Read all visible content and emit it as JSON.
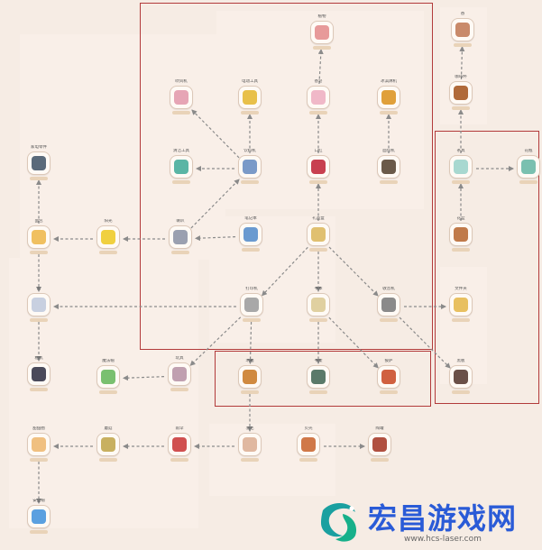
{
  "nodes": [
    {
      "id": "n01",
      "label": "植物",
      "color": "#e79a9a"
    },
    {
      "id": "n02",
      "label": "香",
      "color": "#c98a6a"
    },
    {
      "id": "n03",
      "label": "吹风机",
      "color": "#e6a5b5"
    },
    {
      "id": "n04",
      "label": "电动工具",
      "color": "#e8c04a"
    },
    {
      "id": "n05",
      "label": "香皂",
      "color": "#f0b8c8"
    },
    {
      "id": "n06",
      "label": "冰淇淋机",
      "color": "#e0a03a"
    },
    {
      "id": "n07",
      "label": "咖啡杯",
      "color": "#b06a3a"
    },
    {
      "id": "n08",
      "label": "家电零件",
      "color": "#5a6a7a"
    },
    {
      "id": "n09",
      "label": "清洁工具",
      "color": "#5ab5a5"
    },
    {
      "id": "n10",
      "label": "饮料机",
      "color": "#7a9ac8"
    },
    {
      "id": "n11",
      "label": "口红",
      "color": "#c84050"
    },
    {
      "id": "n12",
      "label": "面包机",
      "color": "#6a5a4a"
    },
    {
      "id": "n13",
      "label": "茶具",
      "color": "#a8d8d0"
    },
    {
      "id": "n14",
      "label": "花瓶",
      "color": "#7ac0b0"
    },
    {
      "id": "n15",
      "label": "面包",
      "color": "#f0c060"
    },
    {
      "id": "n16",
      "label": "阳光",
      "color": "#f0d040"
    },
    {
      "id": "n17",
      "label": "喇叭",
      "color": "#9aa0b0"
    },
    {
      "id": "n18",
      "label": "笔记本",
      "color": "#6a9ad0"
    },
    {
      "id": "n19",
      "label": "礼品盒",
      "color": "#e0c070"
    },
    {
      "id": "n20",
      "label": "花盆",
      "color": "#c07a4a"
    },
    {
      "id": "n21",
      "label": "云",
      "color": "#c8d0e0"
    },
    {
      "id": "n22",
      "label": "打印机",
      "color": "#a8a8a8"
    },
    {
      "id": "n23",
      "label": "书本",
      "color": "#e0d0a0"
    },
    {
      "id": "n24",
      "label": "收音机",
      "color": "#8a8a8a"
    },
    {
      "id": "n25",
      "label": "文件夹",
      "color": "#e8c060"
    },
    {
      "id": "n26",
      "label": "相机",
      "color": "#4a4a5a"
    },
    {
      "id": "n27",
      "label": "魔法帽",
      "color": "#7ac070"
    },
    {
      "id": "n28",
      "label": "玩具",
      "color": "#c0a0b0"
    },
    {
      "id": "n29",
      "label": "木箱",
      "color": "#d08a40"
    },
    {
      "id": "n30",
      "label": "书架",
      "color": "#5a7a6a"
    },
    {
      "id": "n31",
      "label": "披萨",
      "color": "#d06040"
    },
    {
      "id": "n32",
      "label": "黑板",
      "color": "#6a5048"
    },
    {
      "id": "n33",
      "label": "甜甜圈",
      "color": "#f0c080"
    },
    {
      "id": "n34",
      "label": "蘑菇",
      "color": "#c8b060"
    },
    {
      "id": "n35",
      "label": "雨伞",
      "color": "#d05050"
    },
    {
      "id": "n36",
      "label": "羽毛",
      "color": "#e0b8a0"
    },
    {
      "id": "n37",
      "label": "贝壳",
      "color": "#d07848"
    },
    {
      "id": "n38",
      "label": "陶罐",
      "color": "#b05040"
    },
    {
      "id": "n39",
      "label": "安全帽",
      "color": "#5aa0e0"
    }
  ],
  "watermark": {
    "name": "宏昌游戏网",
    "url": "www.hcs-laser.com",
    "color": "#2a5bd7"
  }
}
